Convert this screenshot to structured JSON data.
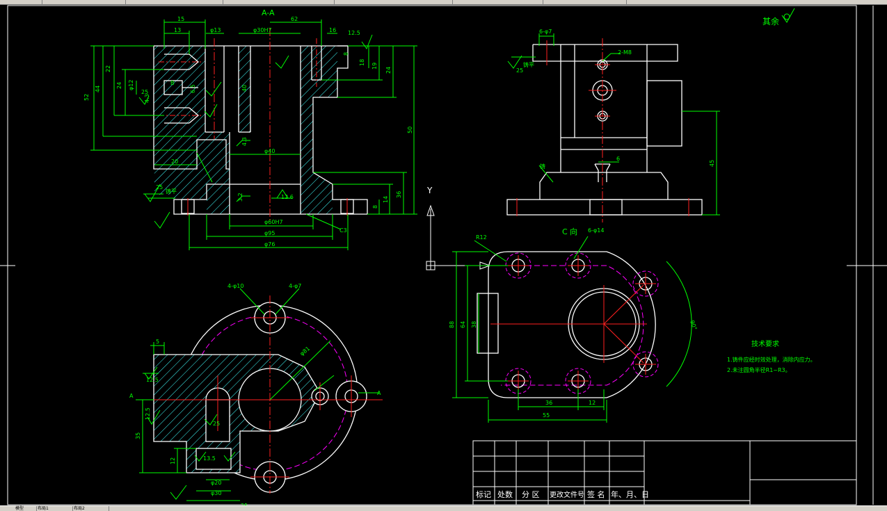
{
  "window": {
    "statusbar_tabs": [
      "模型",
      "布局1",
      "布局2"
    ]
  },
  "colors": {
    "background": "#000000",
    "outline": "#ffffff",
    "dimension": "#00ff00",
    "centerline": "#ff2020",
    "hidden": "#ff00ff",
    "hatch": "#40ffff"
  },
  "views": {
    "section_title": "A-A",
    "view_c_title": "C 向",
    "ucs_y": "Y",
    "section_marker": "A"
  },
  "roughness_note": "其余",
  "front_dims": {
    "d15": "15",
    "d13": "13",
    "phi13": "φ13",
    "phi30h7": "φ30H7",
    "d62": "62",
    "d16": "16",
    "r12_5": "12.5",
    "d8": "8",
    "d18": "18",
    "d19": "19",
    "d24": "24",
    "d22": "22",
    "d52": "52",
    "d44": "44",
    "d24b": "24",
    "phi12": "φ12",
    "d40": "40",
    "d6_5": "6.5",
    "d4_3": "4.3",
    "d25": "25",
    "phi40": "φ40",
    "d20": "20",
    "d36": "36",
    "d50": "50",
    "d14": "14",
    "d8b": "8",
    "phi60h7": "φ60H7",
    "phi95": "φ95",
    "phi76": "φ76",
    "d3_2": "3.2",
    "d25b": "25",
    "c3": "C3",
    "d12_6": "12.6",
    "b": "B",
    "yes": "铸平"
  },
  "side_dims": {
    "h6phi7": "6-φ7",
    "d2m8": "2-M8",
    "d6": "6",
    "d45": "45",
    "d25": "25",
    "dt": "铸平",
    "d3": "铸"
  },
  "plan_dims": {
    "a4phi10": "4-φ10",
    "a4phi7": "4-φ7",
    "d5": "5",
    "r12_5": "12.5",
    "d12_5b": "12.5",
    "d35": "35",
    "d12": "12",
    "phi20": "φ20",
    "phi30": "φ30",
    "d25": "25",
    "phi81": "φ81",
    "d25b": "25",
    "d13_5": "13.5"
  },
  "cview_dims": {
    "r12": "R12",
    "a6phi14": "6-φ14",
    "d88": "88",
    "d64": "64",
    "d38": "38",
    "d36": "36",
    "d12": "12",
    "d55": "55",
    "d90": "90°"
  },
  "tech_req": {
    "title": "技术要求",
    "items": [
      "1.铸件应经时效处理，消除内应力。",
      "2.未注圆角半径R1~R3。"
    ]
  },
  "title_block": {
    "headers": [
      "标记",
      "处数",
      "分 区",
      "更改文件号",
      "签 名",
      "年、月、日"
    ]
  }
}
